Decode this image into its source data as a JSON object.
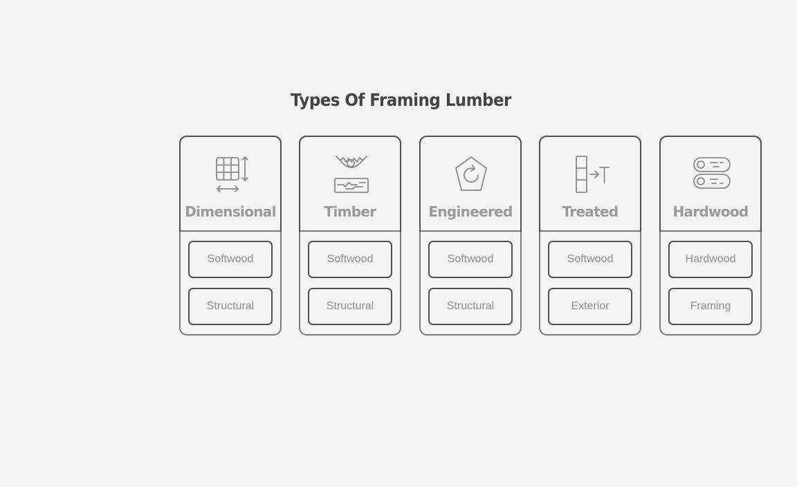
{
  "title": "Types Of Framing Lumber",
  "colors": {
    "background": "#f4f4f4",
    "title": "#444444",
    "label": "#9a9a9a",
    "border": "#505050",
    "icon": "#8a8a8a"
  },
  "categories": [
    {
      "label": "Dimensional",
      "icon": "grid-with-dimension-arrows-icon",
      "items": [
        "Softwood",
        "Structural"
      ]
    },
    {
      "label": "Timber",
      "icon": "saw-blade-on-plank-icon",
      "items": [
        "Softwood",
        "Structural"
      ]
    },
    {
      "label": "Engineered",
      "icon": "pentagon-refresh-icon",
      "items": [
        "Softwood",
        "Structural"
      ]
    },
    {
      "label": "Treated",
      "icon": "stacked-block-arrow-icon",
      "items": [
        "Softwood",
        "Exterior"
      ]
    },
    {
      "label": "Hardwood",
      "icon": "log-stack-icon",
      "items": [
        "Hardwood",
        "Framing"
      ]
    }
  ]
}
